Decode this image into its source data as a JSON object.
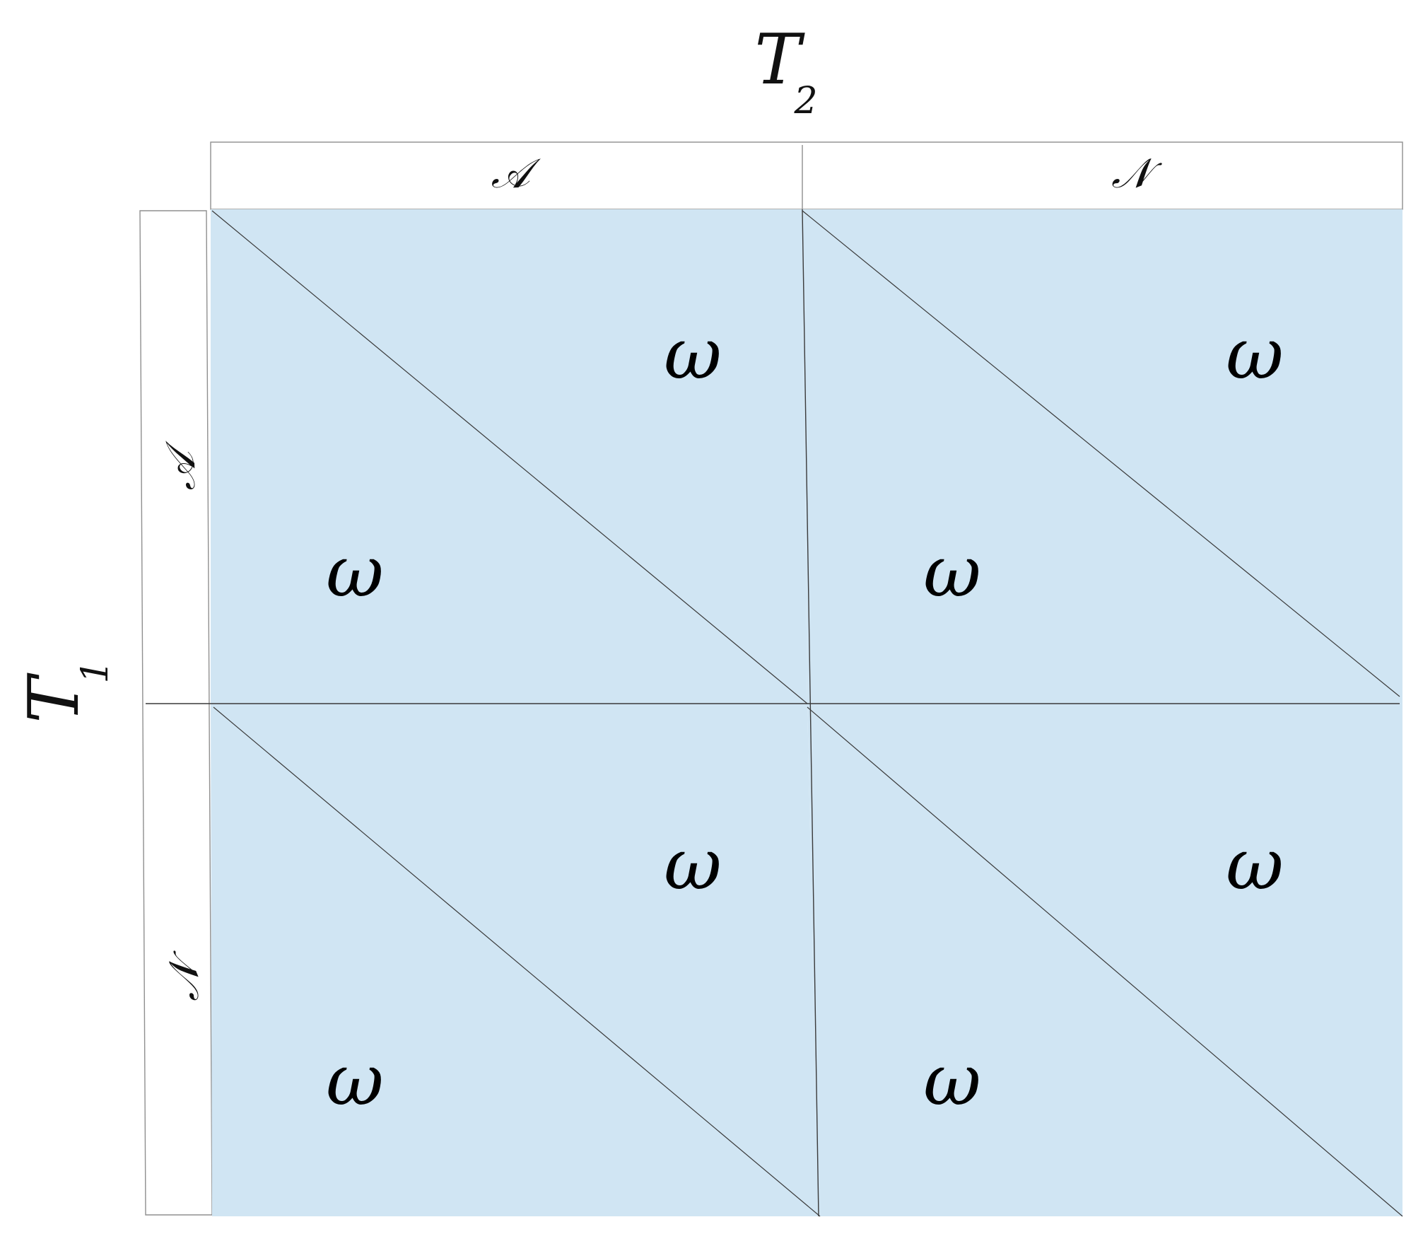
{
  "players": {
    "column": {
      "name": "T",
      "subscript": "2"
    },
    "row": {
      "name": "T",
      "subscript": "1"
    }
  },
  "strategies": {
    "column": [
      "𝒜",
      "𝒩"
    ],
    "row": [
      "𝒜",
      "𝒩"
    ]
  },
  "cells": [
    {
      "row": 0,
      "col": 0,
      "upper": "ω",
      "lower": "ω"
    },
    {
      "row": 0,
      "col": 1,
      "upper": "ω",
      "lower": "ω"
    },
    {
      "row": 1,
      "col": 0,
      "upper": "ω",
      "lower": "ω"
    },
    {
      "row": 1,
      "col": 1,
      "upper": "ω",
      "lower": "ω"
    }
  ],
  "colors": {
    "cell_fill": "#d0e5f3",
    "line": "#3a3a3a",
    "frame": "#8f8f8f",
    "text": "#000000"
  }
}
